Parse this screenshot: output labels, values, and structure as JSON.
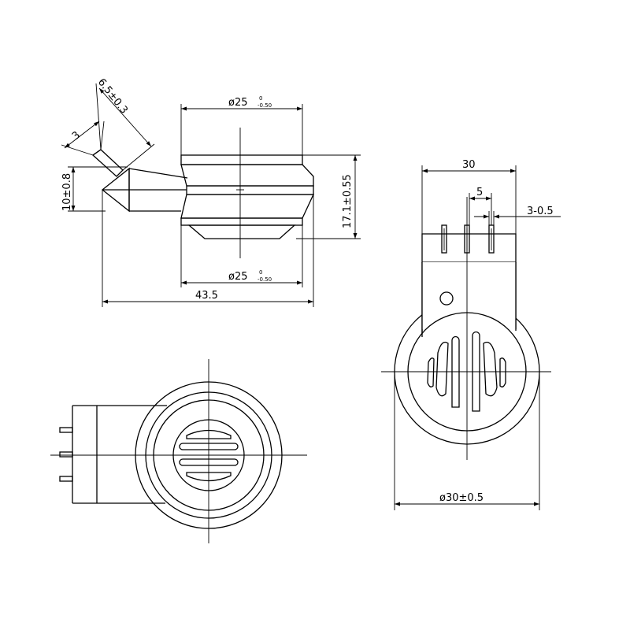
{
  "dimensions": {
    "diam_top": "ø25",
    "diam_top_tol_upper": "0",
    "diam_top_tol_lower": "-0.50",
    "diam_bottom": "ø25",
    "diam_bottom_tol_upper": "0",
    "diam_bottom_tol_lower": "-0.50",
    "height": "17.1±0.55",
    "pin_offset": "10±0.8",
    "pin_width": "3",
    "pin_length": "6.5±0.3",
    "total_length": "43.5",
    "bracket_width": "30",
    "pin_pitch": "5",
    "pin_thickness": "3-0.5",
    "body_diameter": "ø30±0.5"
  }
}
